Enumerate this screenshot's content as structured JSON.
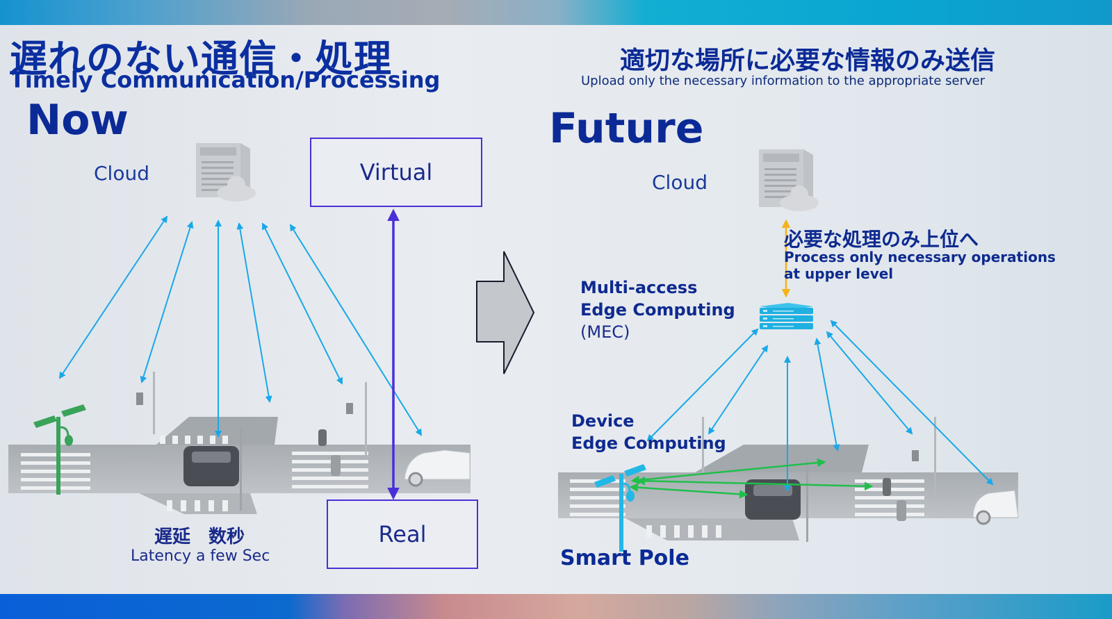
{
  "header": {
    "title_jp": "遅れのない通信・処理",
    "title_en": "Timely Communication/Processing",
    "subtitle_jp": "適切な場所に必要な情報のみ送信",
    "subtitle_en": "Upload only the necessary information to the appropriate server"
  },
  "now": {
    "heading": "Now",
    "cloud_label": "Cloud",
    "virtual_label": "Virtual",
    "real_label": "Real",
    "latency_jp": "遅延　数秒",
    "latency_en": "Latency  a few Sec",
    "icons": [
      "cloud-server-icon",
      "smart-pole-icon",
      "intersection-illustration"
    ]
  },
  "future": {
    "heading": "Future",
    "cloud_label": "Cloud",
    "upper_jp": "必要な処理のみ上位へ",
    "upper_en_line1": "Process only necessary operations",
    "upper_en_line2": "at upper level",
    "mec_line1": "Multi-access",
    "mec_line2": "Edge Computing",
    "mec_line3": "(MEC)",
    "device_line1": "Device",
    "device_line2": "Edge Computing",
    "smart_pole_label": "Smart Pole",
    "icons": [
      "cloud-server-icon",
      "mec-server-icon",
      "smart-pole-icon",
      "intersection-illustration"
    ]
  },
  "colors": {
    "title_blue": "#0b2fa0",
    "link_arrow": "#19a8e8",
    "virtual_real_arrow": "#4a2fd8",
    "upper_arrow": "#f5b21a",
    "device_arrow": "#1fbf4a",
    "smart_pole_now": "#3aa35a",
    "smart_pole_future": "#22b8e6"
  }
}
